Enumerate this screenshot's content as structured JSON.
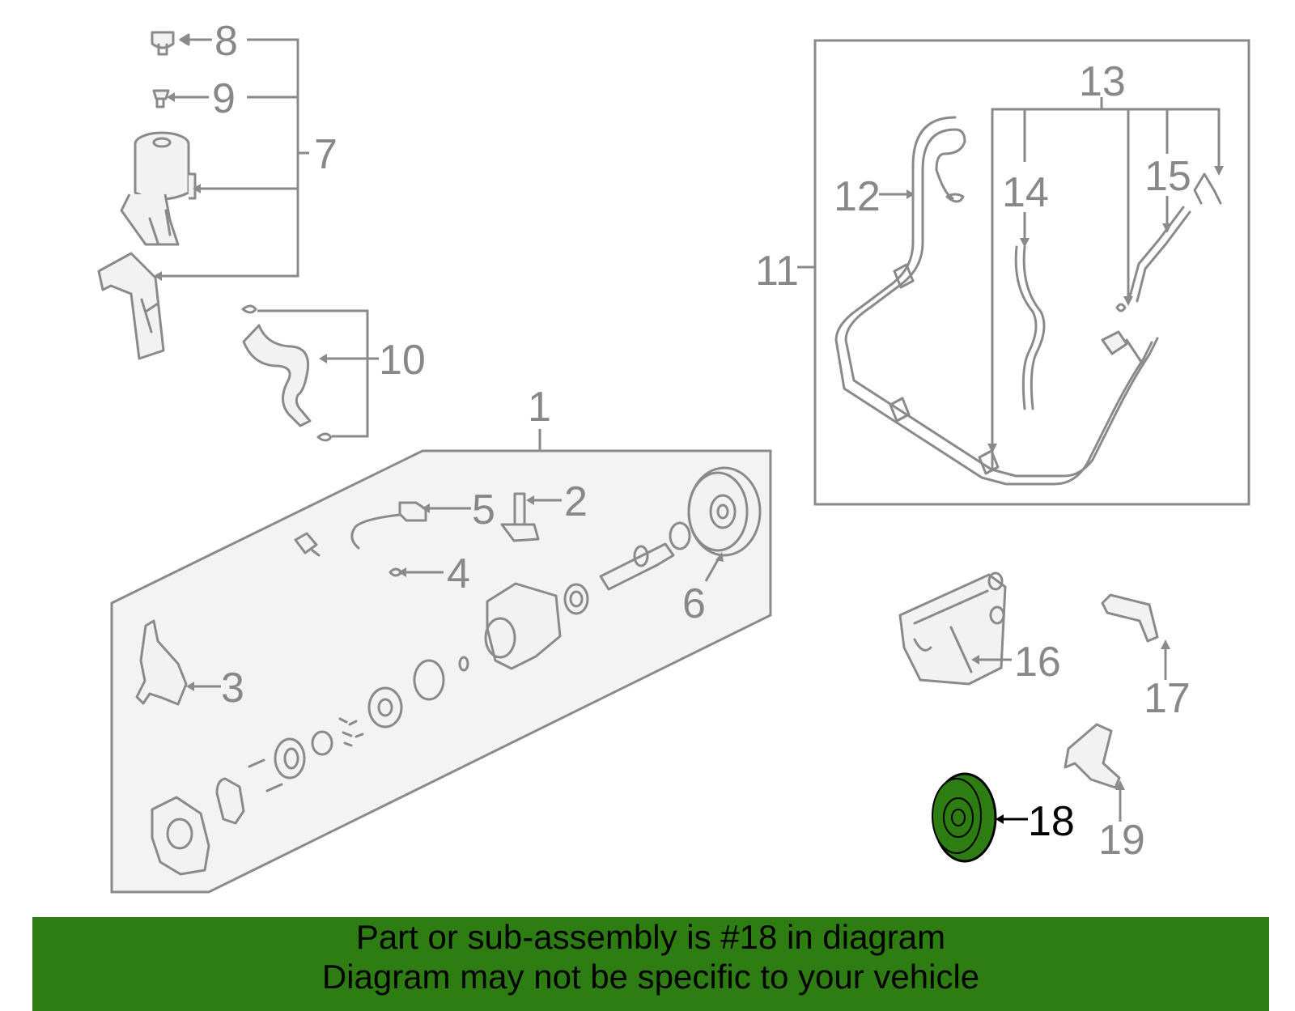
{
  "callouts": {
    "c1": "1",
    "c2": "2",
    "c3": "3",
    "c4": "4",
    "c5": "5",
    "c6": "6",
    "c7": "7",
    "c8": "8",
    "c9": "9",
    "c10": "10",
    "c11": "11",
    "c12": "12",
    "c13": "13",
    "c14": "14",
    "c15": "15",
    "c16": "16",
    "c17": "17",
    "c18": "18",
    "c19": "19"
  },
  "highlight": {
    "part_number": "18",
    "color": "#2e7d13"
  },
  "banner": {
    "line1": "Part or sub-assembly is #18 in diagram",
    "line2": "Diagram may not be specific to your vehicle",
    "background": "#2e7d13"
  }
}
